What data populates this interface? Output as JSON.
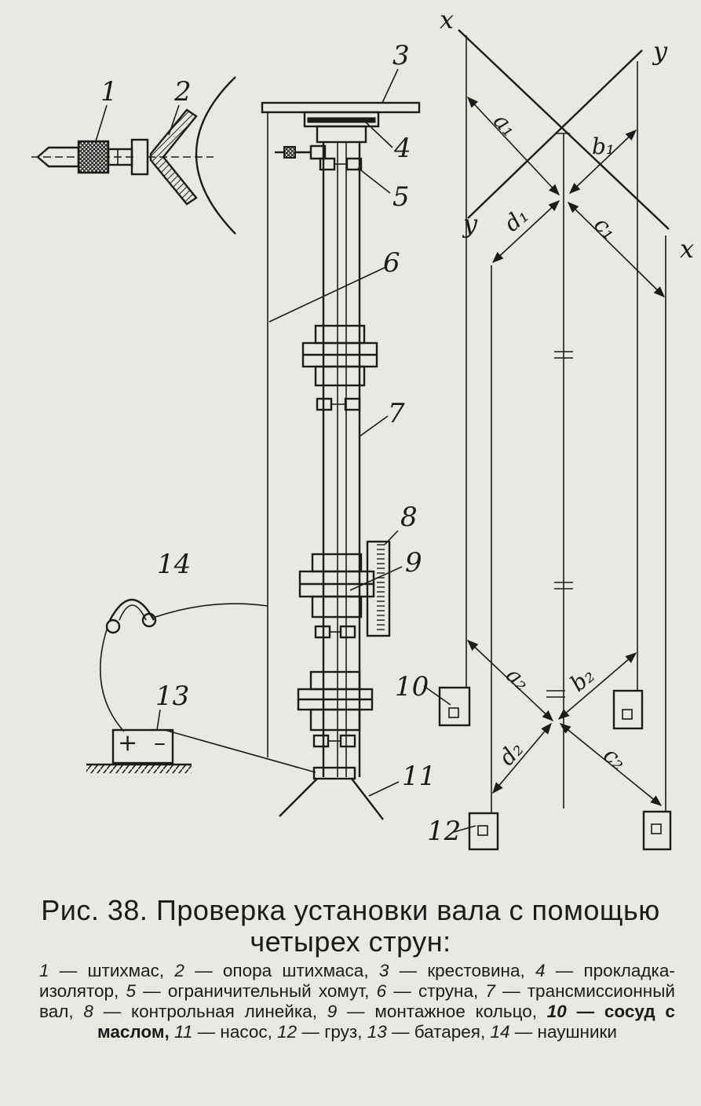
{
  "figure": {
    "labels": {
      "n1": "1",
      "n2": "2",
      "n3": "3",
      "n4": "4",
      "n5": "5",
      "n6": "6",
      "n7": "7",
      "n8": "8",
      "n9": "9",
      "n10": "10",
      "n11": "11",
      "n12": "12",
      "n13": "13",
      "n14": "14"
    },
    "axes": {
      "x_top": "x",
      "y_top": "y",
      "y_low": "y",
      "x_low": "x"
    },
    "distances": {
      "a1": "a₁",
      "b1": "b₁",
      "c1": "c₁",
      "d1": "d₁",
      "a2": "a₂",
      "b2": "b₂",
      "c2": "c₂",
      "d2": "d₂"
    },
    "battery": {
      "plus": "+",
      "minus": "–"
    }
  },
  "caption": {
    "title": "Рис. 38. Проверка установки вала с помощью четырех струн:",
    "legend": [
      {
        "num": "1",
        "text": "штихмас,"
      },
      {
        "num": "2",
        "text": "опора штихмаса,"
      },
      {
        "num": "3",
        "text": "крестовина,"
      },
      {
        "num": "4",
        "text": "прокладка-изолятор,"
      },
      {
        "num": "5",
        "text": "ограничительный хомут,"
      },
      {
        "num": "6",
        "text": "струна,"
      },
      {
        "num": "7",
        "text": "трансмиссионный вал,"
      },
      {
        "num": "8",
        "text": "контрольная линейка,"
      },
      {
        "num": "9",
        "text": "монтажное кольцо,"
      },
      {
        "num": "10",
        "text": "сосуд с маслом,",
        "bold": true
      },
      {
        "num": "11",
        "text": "насос,"
      },
      {
        "num": "12",
        "text": "груз,"
      },
      {
        "num": "13",
        "text": "батарея,"
      },
      {
        "num": "14",
        "text": "наушники"
      }
    ]
  }
}
